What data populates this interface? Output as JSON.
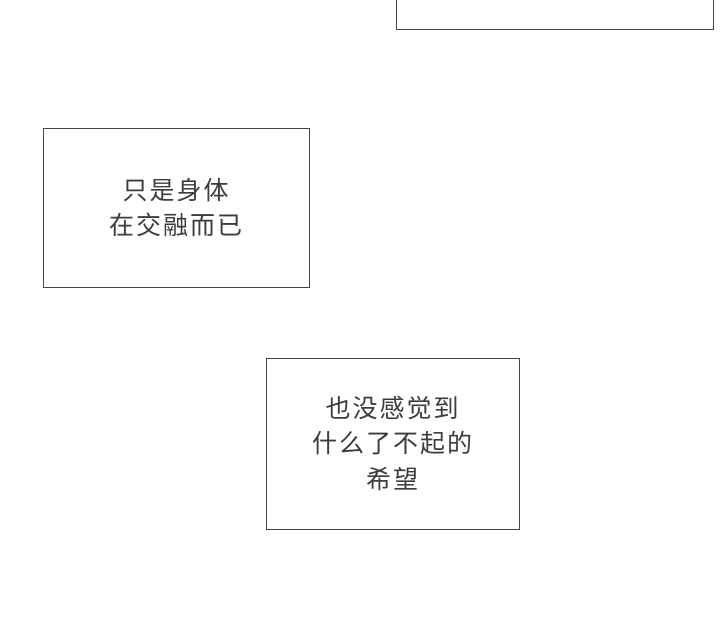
{
  "page": {
    "background_color": "#ffffff",
    "border_color": "#454545",
    "text_color": "#3c3c3c"
  },
  "bubbles": [
    {
      "id": "top-partial",
      "note": "partially visible speech box cut off at top edge",
      "lines": []
    },
    {
      "id": "left",
      "lines": [
        "只是身体",
        "在交融而已"
      ]
    },
    {
      "id": "lower-right",
      "lines": [
        "也没感觉到",
        "什么了不起的",
        "希望"
      ]
    }
  ]
}
